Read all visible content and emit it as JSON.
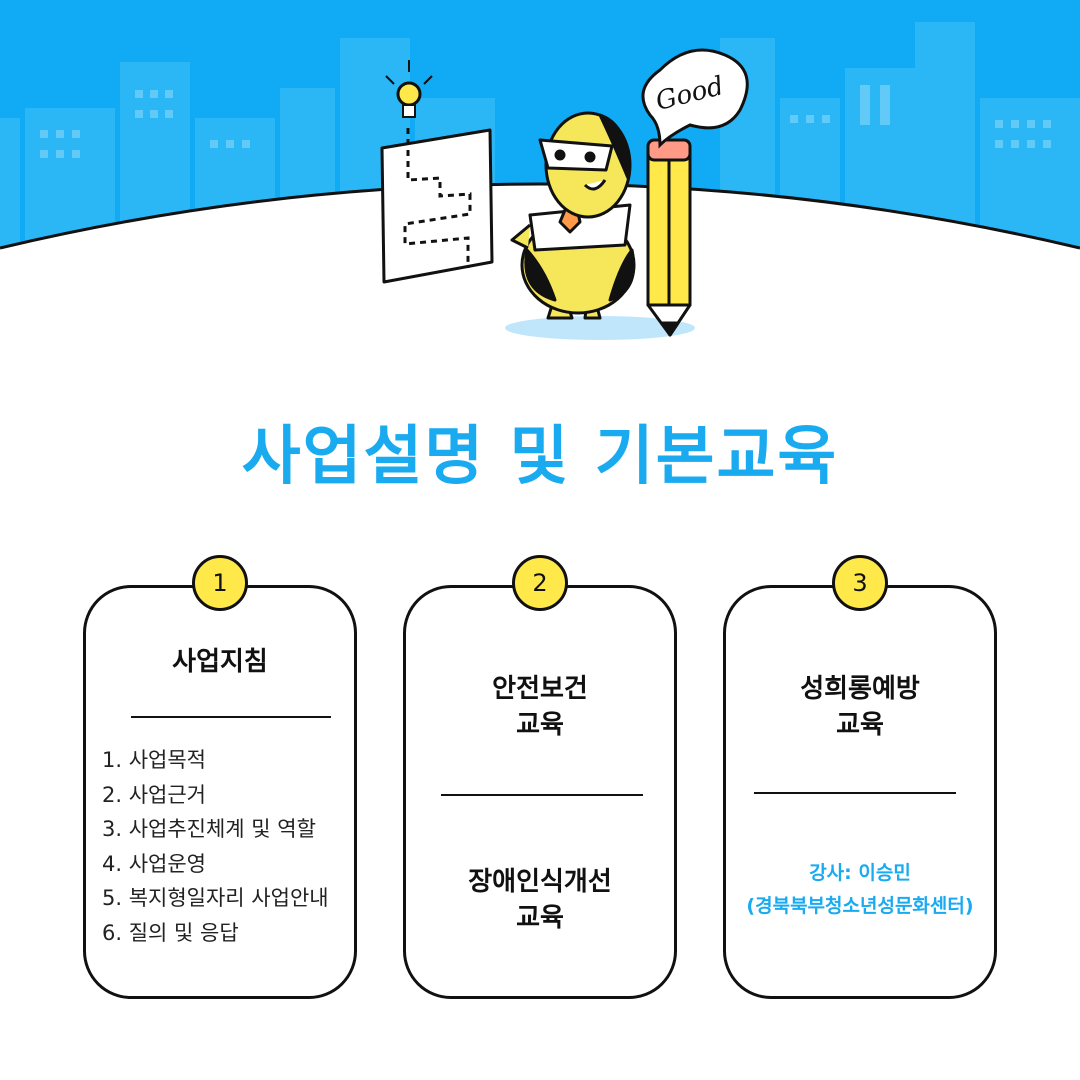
{
  "colors": {
    "sky": "#10aaf5",
    "accent": "#1aaaf0",
    "badge": "#ffe94a",
    "ink": "#111111"
  },
  "illustration": {
    "speech_bubble": "Good",
    "icons": [
      "lightbulb-icon",
      "map-board-icon",
      "mascot-character",
      "pencil-icon",
      "city-skyline"
    ]
  },
  "title": "사업설명 및 기본교육",
  "cards": [
    {
      "number": "1",
      "heading": "사업지침",
      "items": [
        "1. 사업목적",
        "2. 사업근거",
        "3. 사업추진체계 및 역할",
        "4. 사업운영",
        "5. 복지형일자리 사업안내",
        "6. 질의 및 응답"
      ]
    },
    {
      "number": "2",
      "heading_top_line1": "안전보건",
      "heading_top_line2": "교육",
      "heading_bottom_line1": "장애인식개선",
      "heading_bottom_line2": "교육"
    },
    {
      "number": "3",
      "heading_line1": "성희롱예방",
      "heading_line2": "교육",
      "speaker_line1": "강사: 이승민",
      "speaker_line2": "(경북북부청소년성문화센터)"
    }
  ]
}
